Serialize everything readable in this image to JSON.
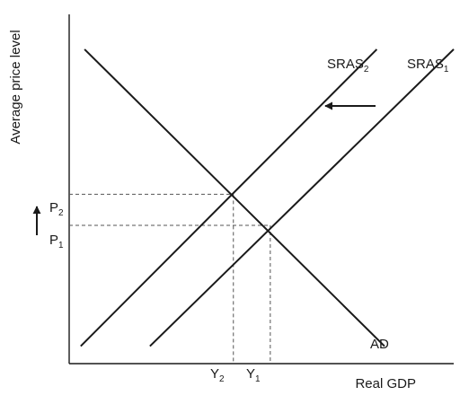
{
  "chart_data": {
    "type": "line",
    "title": "",
    "xlabel": "Real GDP",
    "ylabel": "Average price level",
    "grid": false,
    "xlim": [
      0,
      100
    ],
    "ylim": [
      0,
      100
    ],
    "series": [
      {
        "name": "AD",
        "label_main": "AD",
        "label_sub": "",
        "x": [
          4,
          82
        ],
        "y": [
          90,
          5
        ]
      },
      {
        "name": "SRAS1",
        "label_main": "SRAS",
        "label_sub": "1",
        "x": [
          21,
          100
        ],
        "y": [
          5,
          90
        ]
      },
      {
        "name": "SRAS2",
        "label_main": "SRAS",
        "label_sub": "2",
        "x": [
          3,
          80
        ],
        "y": [
          5,
          90
        ]
      }
    ],
    "equilibria": [
      {
        "x_main": "Y",
        "x_sub": "1",
        "y_main": "P",
        "y_sub": "1",
        "x": 52.3,
        "y": 39.6
      },
      {
        "x_main": "Y",
        "x_sub": "2",
        "y_main": "P",
        "y_sub": "2",
        "x": 42.7,
        "y": 48.5
      }
    ],
    "annotations": [
      {
        "name": "sras-shift-arrow",
        "direction": "left",
        "meaning": "SRAS1 shifts to SRAS2"
      },
      {
        "name": "price-rise-arrow",
        "direction": "up",
        "meaning": "price level rises from P1 to P2"
      }
    ]
  }
}
